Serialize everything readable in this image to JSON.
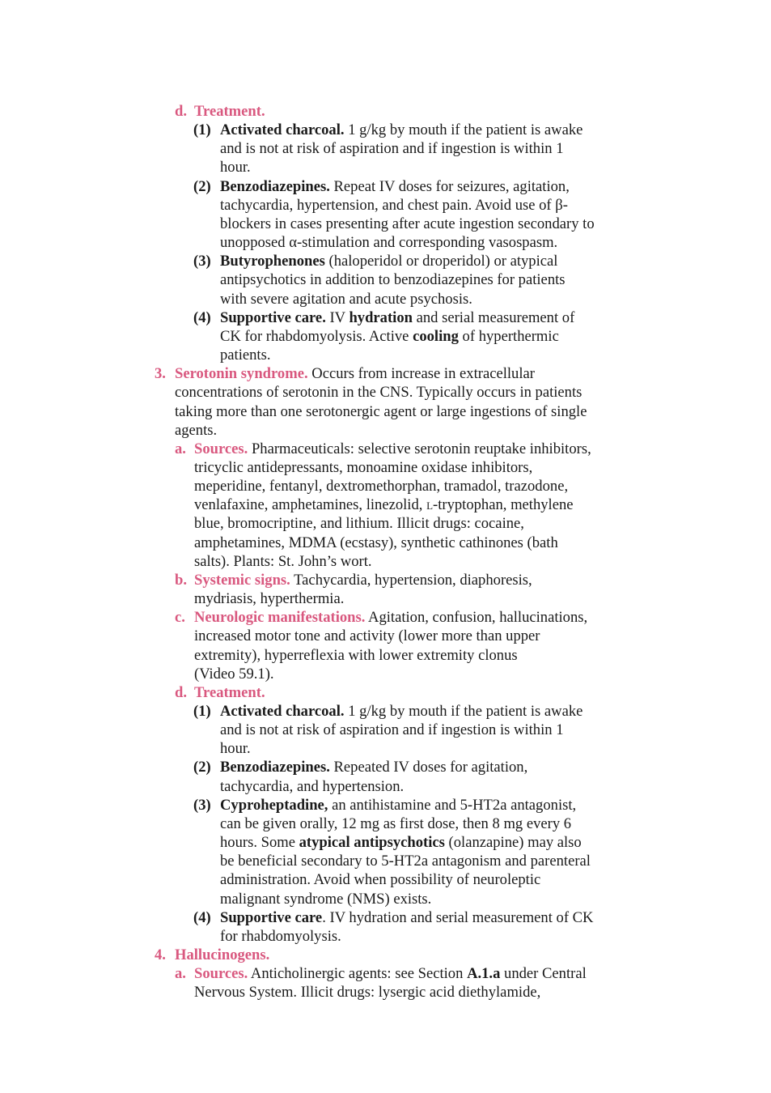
{
  "colors": {
    "heading": "#d9587f",
    "text": "#1a1a1a"
  },
  "d1": {
    "marker": "d.",
    "heading": "Treatment.",
    "items": [
      {
        "num": "(1)",
        "lines": [
          "",
          "and is not at risk of aspiration and if ingestion is within 1",
          "hour."
        ],
        "bold": "Activated charcoal.",
        "rest": " 1 g/kg by mouth if the patient is awake"
      },
      {
        "num": "(2)",
        "bold": "Benzodiazepines.",
        "rest": " Repeat IV doses for seizures, agitation,",
        "lines": [
          "",
          "tachycardia, hypertension, and chest pain. Avoid use of β-",
          "blockers in cases presenting after acute ingestion secondary to",
          "unopposed α-stimulation and corresponding vasospasm."
        ]
      },
      {
        "num": "(3)",
        "bold": "Butyrophenones",
        "rest": " (haloperidol or droperidol) or atypical",
        "lines": [
          "",
          "antipsychotics in addition to benzodiazepines for patients",
          "with severe agitation and acute psychosis."
        ]
      },
      {
        "num": "(4)",
        "bold": "Supportive care.",
        "rest_a": " IV ",
        "bold_b": "hydration",
        "rest_b": " and serial measurement of",
        "line2_a": "CK for rhabdomyolysis. Active ",
        "line2_bold": "cooling",
        "line2_b": " of hyperthermic",
        "line3": "patients."
      }
    ]
  },
  "s3": {
    "marker": "3.",
    "heading": "Serotonin syndrome.",
    "line1": " Occurs from increase in extracellular",
    "lines": [
      "concentrations of serotonin in the CNS. Typically occurs in patients",
      "taking more than one serotonergic agent or large ingestions of single",
      "agents."
    ],
    "a": {
      "marker": "a.",
      "heading": "Sources.",
      "line1": " Pharmaceuticals: selective serotonin reuptake inhibitors,",
      "lines": [
        "tricyclic antidepressants, monoamine oxidase inhibitors,",
        "meperidine, fentanyl, dextromethorphan, tramadol, trazodone,"
      ],
      "line4a": "venlafaxine, amphetamines, linezolid, ",
      "line4sc": "l",
      "line4b": "-tryptophan, methylene",
      "lines2": [
        "blue, bromocriptine, and lithium. Illicit drugs: cocaine,",
        "amphetamines, MDMA (ecstasy), synthetic cathinones (bath",
        "salts). Plants: St. John’s wort."
      ]
    },
    "b": {
      "marker": "b.",
      "heading": "Systemic signs.",
      "line1": " Tachycardia, hypertension, diaphoresis,",
      "lines": [
        "mydriasis, hyperthermia."
      ]
    },
    "c": {
      "marker": "c.",
      "heading": "Neurologic manifestations.",
      "line1": " Agitation, confusion, hallucinations,",
      "lines": [
        "increased motor tone and activity (lower more than upper",
        "extremity), hyperreflexia with lower extremity clonus",
        "(Video 59.1)."
      ]
    },
    "d": {
      "marker": "d.",
      "heading": "Treatment.",
      "i1": {
        "num": "(1)",
        "bold": "Activated charcoal.",
        "rest": " 1 g/kg by mouth if the patient is awake",
        "lines": [
          "and is not at risk of aspiration and if ingestion is within 1",
          "hour."
        ]
      },
      "i2": {
        "num": "(2)",
        "bold": "Benzodiazepines.",
        "rest": " Repeated IV doses for agitation,",
        "lines": [
          "tachycardia, and hypertension."
        ]
      },
      "i3": {
        "num": "(3)",
        "bold": "Cyproheptadine,",
        "rest": " an antihistamine and 5-HT2a antagonist,",
        "l2": "can be given orally, 12 mg as first dose, then 8 mg every 6",
        "l3a": "hours. Some ",
        "l3b": "atypical antipsychotics",
        "l3c": " (olanzapine) may also",
        "lines": [
          "be beneficial secondary to 5-HT2a antagonism and parenteral",
          "administration. Avoid when possibility of neuroleptic",
          "malignant syndrome (NMS) exists."
        ]
      },
      "i4": {
        "num": "(4)",
        "bold": "Supportive care",
        "rest": ". IV hydration and serial measurement of CK",
        "lines": [
          "for rhabdomyolysis."
        ]
      }
    }
  },
  "s4": {
    "marker": "4.",
    "heading": "Hallucinogens.",
    "a": {
      "marker": "a.",
      "heading": "Sources.",
      "line1a": " Anticholinergic agents: see Section ",
      "line1b": "A.1.a",
      "line1c": " under Central",
      "line2": "Nervous System. Illicit drugs: lysergic acid diethylamide,"
    }
  }
}
